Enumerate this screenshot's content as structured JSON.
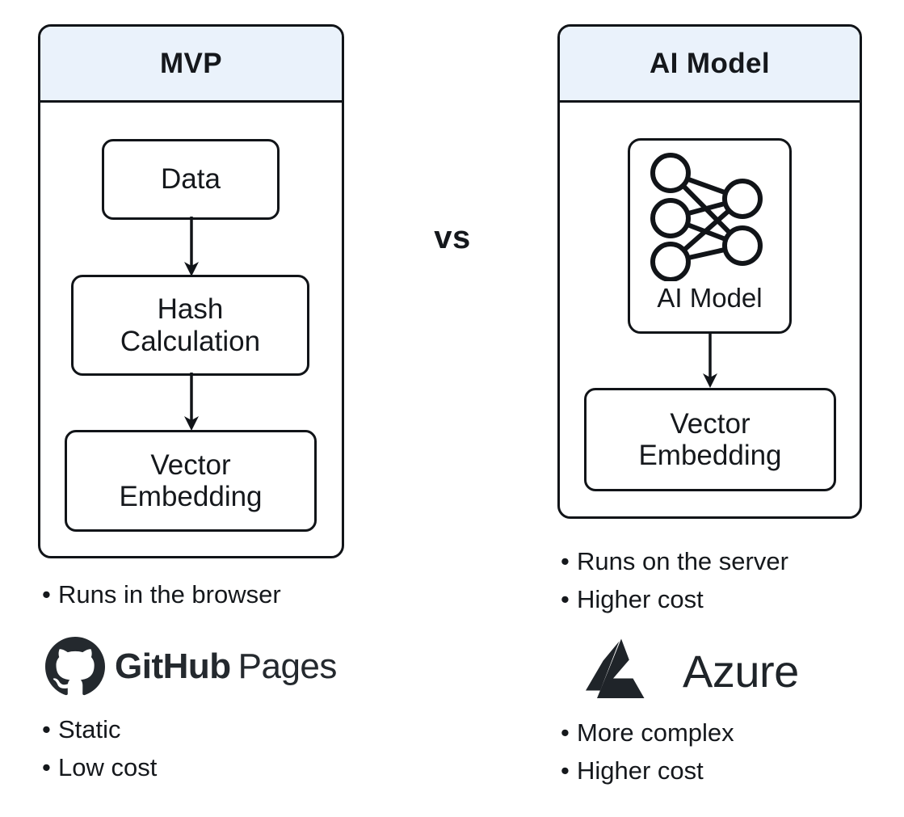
{
  "diagram": {
    "comparison_label": "vs",
    "left": {
      "title": "MVP",
      "flow": [
        {
          "label": "Data"
        },
        {
          "label_line1": "Hash",
          "label_line2": "Calculation"
        },
        {
          "label_line1": "Vector",
          "label_line2": "Embedding"
        }
      ],
      "bullets_top": [
        "Runs in the browser"
      ],
      "logo": {
        "name": "github-pages-logo",
        "icon": "github-octocat-icon",
        "text_bold": "GitHub",
        "text_regular": "Pages",
        "color": "#24292e"
      },
      "bullets_bottom": [
        "Static",
        "Low cost"
      ]
    },
    "right": {
      "title": "AI Model",
      "flow": [
        {
          "label": "AI Model",
          "icon": "neural-network-icon"
        },
        {
          "label_line1": "Vector",
          "label_line2": "Embedding"
        }
      ],
      "bullets_top": [
        "Runs on the server",
        "Higher cost"
      ],
      "logo": {
        "name": "azure-logo",
        "icon": "azure-a-icon",
        "text": "Azure",
        "color": "#1f2429"
      },
      "bullets_bottom": [
        "More complex",
        "Higher cost"
      ]
    },
    "bullet_glyph": "•",
    "colors": {
      "header_fill": "#eaf2fb",
      "stroke": "#111418",
      "text": "#15181c",
      "background": "#ffffff"
    }
  }
}
